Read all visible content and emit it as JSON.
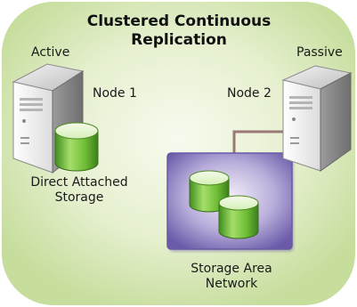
{
  "title": {
    "line1": "Clustered Continuous",
    "line2": "Replication"
  },
  "labels": {
    "active": "Active",
    "passive": "Passive",
    "node1": "Node 1",
    "node2": "Node 2",
    "das_line1": "Direct Attached",
    "das_line2": "Storage",
    "san_line1": "Storage Area",
    "san_line2": "Network"
  },
  "colors": {
    "background_gradient_center": "#f2f8e4",
    "background_gradient_edge": "#c8dfa1",
    "san_panel": "#7a6db3",
    "disk_green": "#77c23a",
    "connector": "#9a7a7a"
  },
  "icons": {
    "server": "server-icon",
    "disk": "database-disk-icon"
  }
}
